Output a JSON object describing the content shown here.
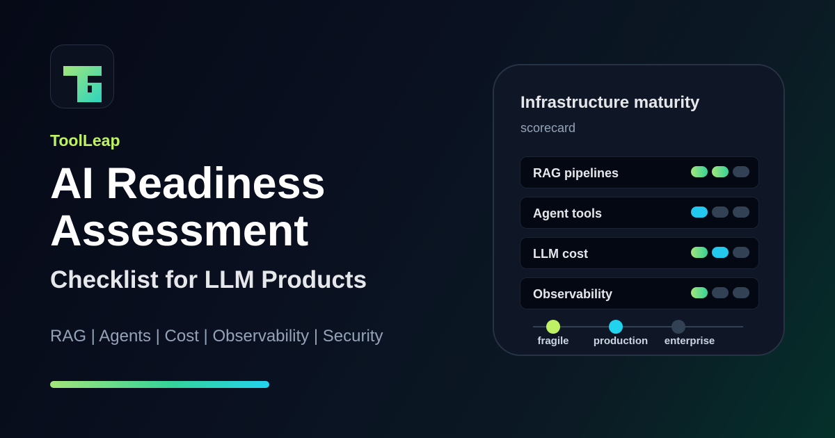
{
  "brand": "ToolLeap",
  "title_line1": "AI Readiness",
  "title_line2": "Assessment",
  "subtitle": "Checklist for LLM Products",
  "tags": "RAG | Agents | Cost | Observability | Security",
  "colors": {
    "accent_lime": "#bef264",
    "accent_cyan": "#22d3ee",
    "inactive": "#334155"
  },
  "scorecard": {
    "title": "Infrastructure maturity",
    "subtitle": "scorecard",
    "rows": [
      {
        "label": "RAG pipelines",
        "dots": [
          "green",
          "green",
          "off"
        ]
      },
      {
        "label": "Agent tools",
        "dots": [
          "cyan",
          "off",
          "off"
        ]
      },
      {
        "label": "LLM cost",
        "dots": [
          "green",
          "cyan",
          "off"
        ]
      },
      {
        "label": "Observability",
        "dots": [
          "green",
          "off",
          "off"
        ]
      }
    ],
    "scale": [
      {
        "label": "fragile",
        "color": "#bef264"
      },
      {
        "label": "production",
        "color": "#22d3ee"
      },
      {
        "label": "enterprise",
        "color": "#334155"
      }
    ]
  }
}
